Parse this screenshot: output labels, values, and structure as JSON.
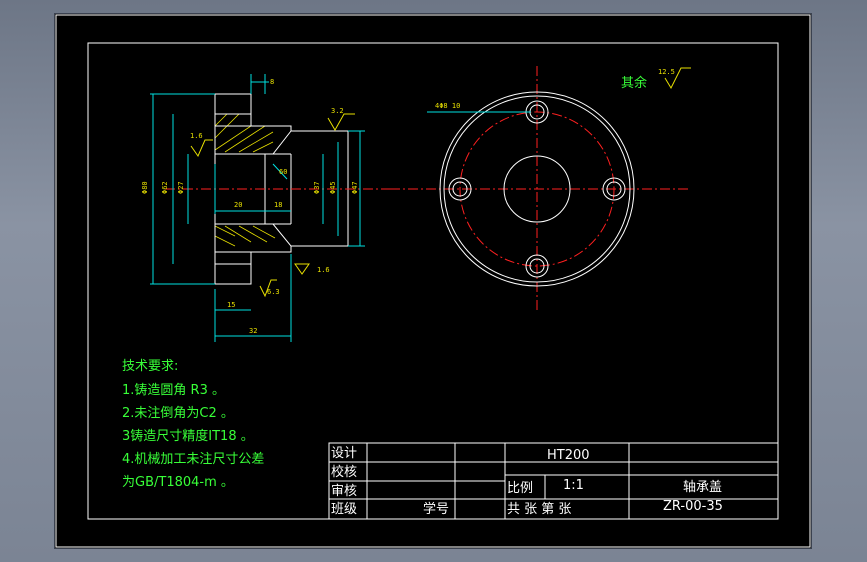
{
  "drawing": {
    "roughness_other": "其余",
    "roughness_other_value": "12.5",
    "dimensions": {
      "width_top": "8",
      "roughness_right": "3.2",
      "roughness_left": "1.6",
      "roughness_bottom_left": "6.3",
      "roughness_bottom_right": "1.6",
      "d_outer": "Φ80",
      "d_62": "Φ62",
      "d_27": "Φ27",
      "d_37": "Φ37",
      "d_45": "Φ45",
      "d_47": "Φ47",
      "len_20": "20",
      "len_18": "18",
      "chamfer": "60",
      "len_15": "15",
      "len_32": "32",
      "holes": "4Φ8 10"
    }
  },
  "tech_requirements": {
    "heading": "技术要求:",
    "lines": [
      "1.铸造圆角 R3 。",
      "2.未注倒角为C2 。",
      "3铸造尺寸精度IT18 。",
      "4.机械加工未注尺寸公差",
      "为GB/T1804-m 。"
    ]
  },
  "title_block": {
    "design": "设计",
    "proofread": "校核",
    "review": "审核",
    "class": "班级",
    "student_no": "学号",
    "material": "HT200",
    "scale_label": "比例",
    "scale_value": "1:1",
    "part_name": "轴承盖",
    "sheets": "共  张  第  张",
    "drawing_no": "ZR-00-35"
  }
}
